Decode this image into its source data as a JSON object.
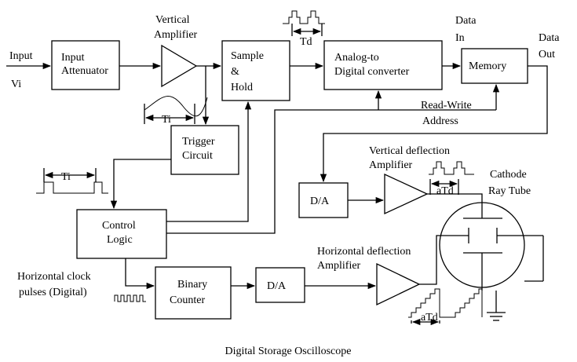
{
  "blocks": {
    "input_attenuator": [
      "Input",
      "Attenuator"
    ],
    "sample_hold": [
      "Sample",
      "&",
      "Hold"
    ],
    "adc": [
      "Analog-to",
      "Digital converter"
    ],
    "memory": "Memory",
    "trigger": [
      "Trigger",
      "Circuit"
    ],
    "control_logic": [
      "Control",
      "Logic"
    ],
    "binary_counter": [
      "Binary",
      "Counter"
    ],
    "da_vertical": "D/A",
    "da_horizontal": "D/A"
  },
  "labels": {
    "input": "Input",
    "vi": "Vi",
    "vertical_amplifier": [
      "Vertical",
      "Amplifier"
    ],
    "td": "Td",
    "data_in": [
      "Data",
      "In"
    ],
    "data_out": [
      "Data",
      "Out"
    ],
    "read_write_address": [
      "Read-Write",
      "Address"
    ],
    "ti_trigger": "Ti",
    "ti_control": "Ti",
    "vertical_deflection_amplifier": [
      "Vertical deflection",
      "Amplifier"
    ],
    "atd_vertical": "aTd",
    "cathode_ray_tube": [
      "Cathode",
      "Ray Tube"
    ],
    "horizontal_clock_pulses": [
      "Horizontal clock",
      "pulses (Digital)"
    ],
    "horizontal_deflection_amplifier": [
      "Horizontal deflection",
      "Amplifier"
    ],
    "atd_horizontal": "aTd"
  },
  "caption": "Digital Storage Oscilloscope"
}
